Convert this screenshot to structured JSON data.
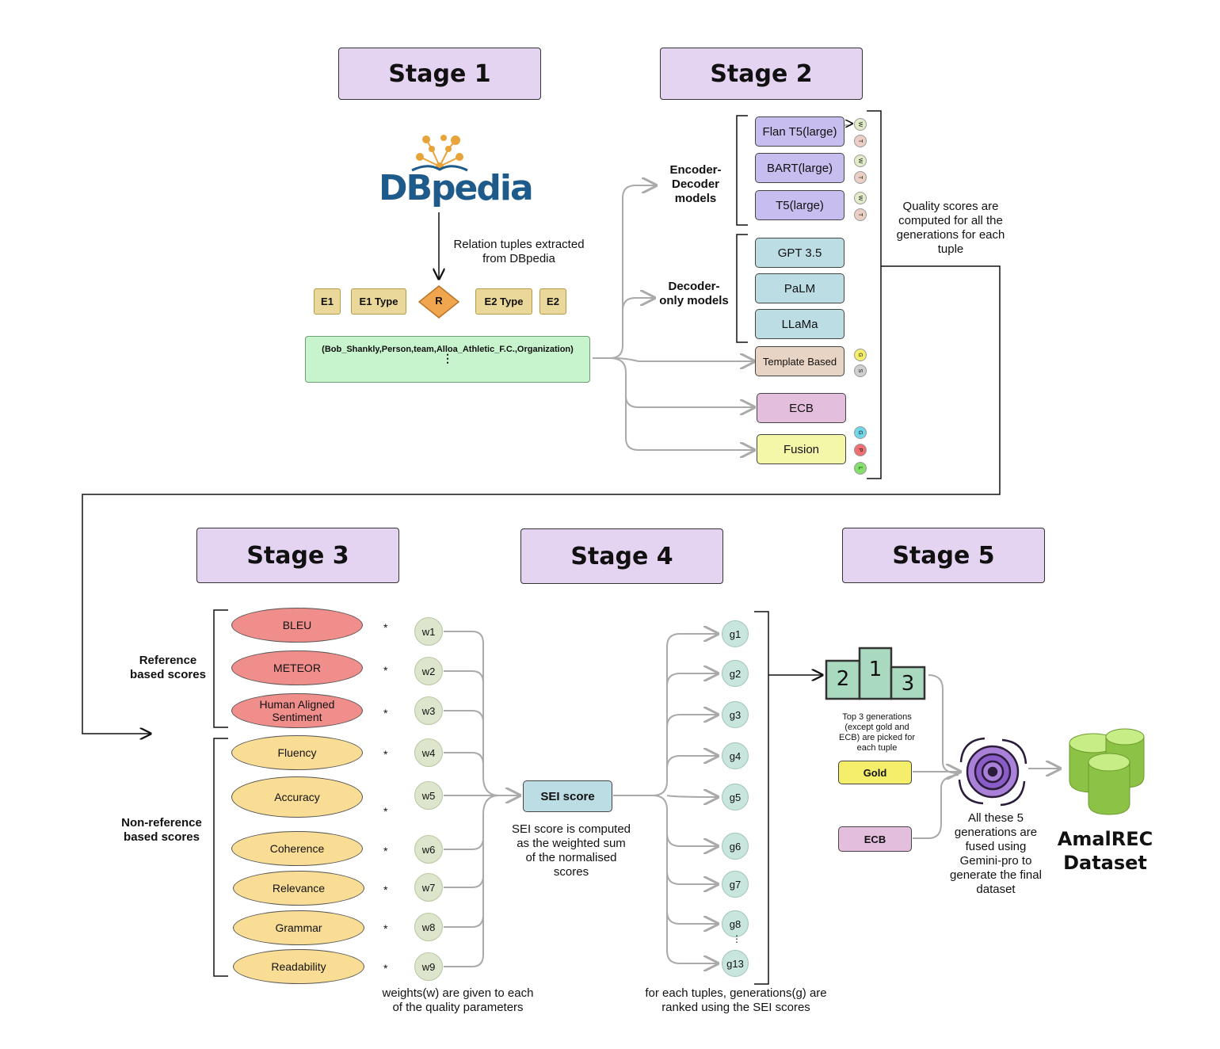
{
  "stages": [
    "Stage 1",
    "Stage 2",
    "Stage 3",
    "Stage 4",
    "Stage 5"
  ],
  "stage1": {
    "logo_text": "DBpedia",
    "extract_note": [
      "Relation tuples extracted",
      "from DBpedia"
    ],
    "tags": [
      "E1",
      "E1 Type",
      "R",
      "E2 Type",
      "E2"
    ],
    "tuple": "(Bob_Shankly,Person,team,Alloa_Athletic_F.C.,Organization)",
    "tuple_ellipsis": "⋮"
  },
  "stage2": {
    "enc_dec_label": [
      "Encoder-",
      "Decoder",
      "models"
    ],
    "dec_only_label": [
      "Decoder-",
      "only models"
    ],
    "enc_dec_models": [
      "Flan T5(large)",
      "BART(large)",
      "T5(large)"
    ],
    "dec_only_models": [
      "GPT 3.5",
      "PaLM",
      "LLaMa"
    ],
    "template": "Template Based",
    "ecb": "ECB",
    "fusion": "Fusion",
    "mini_wt": [
      "W",
      "T"
    ],
    "mini_gs": [
      "G",
      "S"
    ],
    "mini_gpl": [
      "G",
      "P",
      "L"
    ],
    "quality_note": [
      "Quality scores are",
      "computed for all the",
      "generations for each",
      "tuple"
    ]
  },
  "stage3": {
    "ref_label": [
      "Reference",
      "based scores"
    ],
    "nonref_label": [
      "Non-reference",
      "based scores"
    ],
    "ref_metrics": [
      "BLEU",
      "METEOR",
      "Human Aligned\nSentiment"
    ],
    "nonref_metrics": [
      "Fluency",
      "Accuracy",
      "Coherence",
      "Relevance",
      "Grammar",
      "Readability"
    ],
    "multiply": "*",
    "weights": [
      "w1",
      "w2",
      "w3",
      "w4",
      "w5",
      "w6",
      "w7",
      "w8",
      "w9"
    ],
    "weights_note": [
      "weights(w) are given to each",
      "of the quality parameters"
    ]
  },
  "stage4": {
    "sei": "SEI score",
    "sei_note": [
      "SEI score is computed",
      "as the weighted sum",
      "of the normalised",
      "scores"
    ],
    "gens": [
      "g1",
      "g2",
      "g3",
      "g4",
      "g5",
      "g6",
      "g7",
      "g8",
      "g13"
    ],
    "gens_ellipsis": "⋮",
    "gens_note": [
      "for each tuples, generations(g) are",
      "ranked using the SEI scores"
    ]
  },
  "stage5": {
    "podium": [
      "2",
      "1",
      "3"
    ],
    "top3_note": [
      "Top 3 generations",
      "(except gold and",
      "ECB) are picked for",
      "each tuple"
    ],
    "gold": "Gold",
    "ecb": "ECB",
    "fuse_note": [
      "All these 5",
      "generations are",
      "fused using",
      "Gemini-pro to",
      "generate the final",
      "dataset"
    ],
    "dataset": [
      "AmalREC",
      "Dataset"
    ]
  },
  "colors": {
    "stage": "#e5d3f2",
    "enc_dec": "#c7bdee",
    "dec_only": "#bcdde4",
    "template": "#e8d4c4",
    "ecb": "#e3bfdd",
    "fusion": "#f4f6a8",
    "tuple": "#c8f4cd",
    "ref": "#f08e8b",
    "nonref": "#f9dd95",
    "gold": "#f5ee6b",
    "dataset": "#9fd45a",
    "galaxy": "#8a5cc7"
  }
}
